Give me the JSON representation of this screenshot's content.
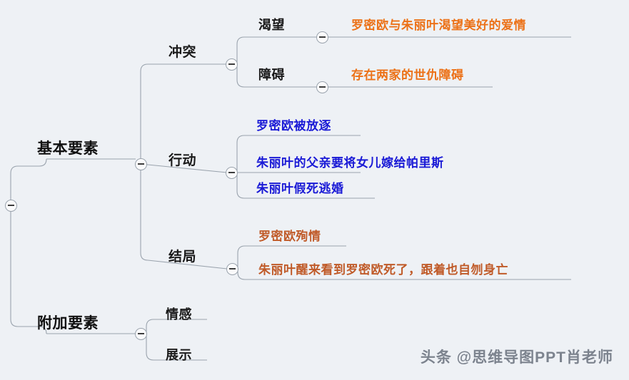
{
  "canvas": {
    "background_color": "#eef1f5",
    "edge_color": "#9aa3ad"
  },
  "colors": {
    "root_text": "#111111",
    "branch_text": "#1a1a1a",
    "orange": "#ec7117",
    "blue": "#1a1ad6",
    "rust": "#c05a28"
  },
  "mindmap": {
    "root_nodes": [
      {
        "label": "基本要素"
      },
      {
        "label": "附加要素"
      }
    ],
    "branches": [
      {
        "label": "冲突"
      },
      {
        "label": "行动"
      },
      {
        "label": "结局"
      }
    ],
    "subnodes": [
      {
        "label": "渴望"
      },
      {
        "label": "障碍"
      },
      {
        "label": "情感"
      },
      {
        "label": "展示"
      }
    ],
    "leaves_conflict": [
      {
        "label": "罗密欧与朱丽叶渴望美好的爱情",
        "color": "orange"
      },
      {
        "label": "存在两家的世仇障碍",
        "color": "orange"
      }
    ],
    "leaves_action": [
      {
        "label": "罗密欧被放逐",
        "color": "blue"
      },
      {
        "label": "朱丽叶的父亲要将女儿嫁给帕里斯",
        "color": "blue"
      },
      {
        "label": "朱丽叶假死逃婚",
        "color": "blue"
      }
    ],
    "leaves_ending": [
      {
        "label": "罗密欧殉情",
        "color": "rust"
      },
      {
        "label": "朱丽叶醒来看到罗密欧死了，跟着也自刎身亡",
        "color": "rust"
      }
    ],
    "toggle_glyph": "minus"
  },
  "watermark": {
    "text": "头条 @思维导图PPT肖老师"
  }
}
